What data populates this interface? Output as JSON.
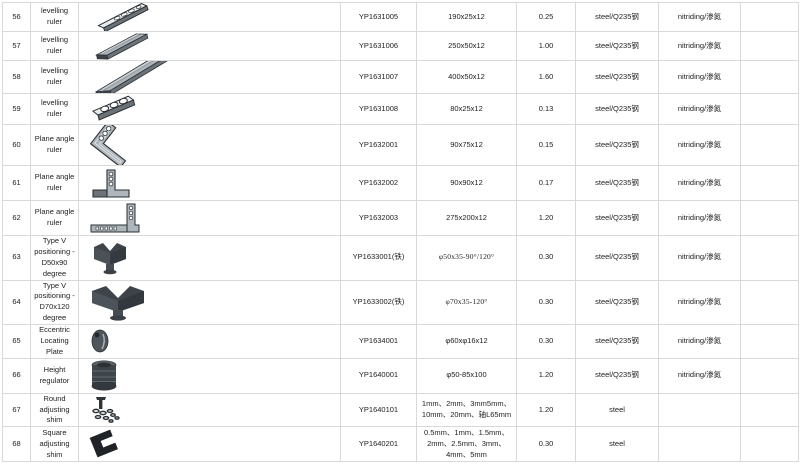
{
  "table": {
    "columns": [
      "index",
      "name",
      "image",
      "code",
      "spec",
      "weight",
      "material",
      "treatment",
      "note"
    ],
    "rows": [
      {
        "index": "56",
        "name": "levelling ruler",
        "icon": "levelling-ruler-slim-thumb",
        "code": "YP1631005",
        "spec": "190x25x12",
        "weight": "0.25",
        "material": "steel/Q235钢",
        "treatment": "nitriding/渗氮",
        "note": ""
      },
      {
        "index": "57",
        "name": "levelling ruler",
        "icon": "levelling-ruler-bar-thumb",
        "code": "YP1631006",
        "spec": "250x50x12",
        "weight": "1.00",
        "material": "steel/Q235钢",
        "treatment": "nitriding/渗氮",
        "note": ""
      },
      {
        "index": "58",
        "name": "levelling ruler",
        "icon": "levelling-ruler-long-thumb",
        "code": "YP1631007",
        "spec": "400x50x12",
        "weight": "1.60",
        "material": "steel/Q235钢",
        "treatment": "nitriding/渗氮",
        "note": ""
      },
      {
        "index": "59",
        "name": "levelling ruler",
        "icon": "levelling-ruler-short-holes-thumb",
        "code": "YP1631008",
        "spec": "80x25x12",
        "weight": "0.13",
        "material": "steel/Q235钢",
        "treatment": "nitriding/渗氮",
        "note": ""
      },
      {
        "index": "60",
        "name": "Plane angle ruler",
        "icon": "plane-angle-ruler-tilted-thumb",
        "code": "YP1632001",
        "spec": "90x75x12",
        "weight": "0.15",
        "material": "steel/Q235钢",
        "treatment": "nitriding/渗氮",
        "note": ""
      },
      {
        "index": "61",
        "name": "Plane angle ruler",
        "icon": "plane-angle-ruler-small-thumb",
        "code": "YP1632002",
        "spec": "90x90x12",
        "weight": "0.17",
        "material": "steel/Q235钢",
        "treatment": "nitriding/渗氮",
        "note": ""
      },
      {
        "index": "62",
        "name": "Plane angle ruler",
        "icon": "plane-angle-ruler-large-thumb",
        "code": "YP1632003",
        "spec": "275x200x12",
        "weight": "1.20",
        "material": "steel/Q235钢",
        "treatment": "nitriding/渗氮",
        "note": ""
      },
      {
        "index": "63",
        "name": "Type V positioning - D50x90 degree",
        "icon": "v-block-d50-thumb",
        "code": "YP1633001(铁)",
        "spec": "φ50x35-90°/120°",
        "weight": "0.30",
        "material": "steel/Q235钢",
        "treatment": "nitriding/渗氮",
        "note": ""
      },
      {
        "index": "64",
        "name": "Type V positioning - D70x120 degree",
        "icon": "v-block-d70-thumb",
        "code": "YP1633002(铁)",
        "spec": "φ70x35-120°",
        "weight": "0.30",
        "material": "steel/Q235钢",
        "treatment": "nitriding/渗氮",
        "note": ""
      },
      {
        "index": "65",
        "name": "Eccentric Locating Plate",
        "icon": "eccentric-locating-plate-thumb",
        "code": "YP1634001",
        "spec": "φ60xφ16x12",
        "weight": "0.30",
        "material": "steel/Q235钢",
        "treatment": "nitriding/渗氮",
        "note": ""
      },
      {
        "index": "66",
        "name": "Height regulator",
        "icon": "height-regulator-cylinder-thumb",
        "code": "YP1640001",
        "spec": "φ50-85x100",
        "weight": "1.20",
        "material": "steel/Q235钢",
        "treatment": "nitriding/渗氮",
        "note": ""
      },
      {
        "index": "67",
        "name": "Round adjusting shim",
        "icon": "round-adjusting-shim-set-thumb",
        "code": "YP1640101",
        "spec": "1mm、2mm、3mm5mm、10mm、20mm、轴L65mm",
        "weight": "1.20",
        "material": "steel",
        "treatment": "",
        "note": ""
      },
      {
        "index": "68",
        "name": "Square adjusting shim",
        "icon": "square-adjusting-shim-thumb",
        "code": "YP1640201",
        "spec": "0.5mm、1mm、1.5mm、2mm、2.5mm、3mm、4mm、5mm",
        "weight": "0.30",
        "material": "steel",
        "treatment": "",
        "note": ""
      }
    ]
  },
  "colors": {
    "grid_line": "#d9d9d9",
    "text": "#222222",
    "metal_dark": "#3d4348",
    "metal_mid": "#6b7378",
    "metal_light": "#aeb6bb",
    "metal_hilite": "#e8ebed",
    "outline": "#2b3034"
  }
}
